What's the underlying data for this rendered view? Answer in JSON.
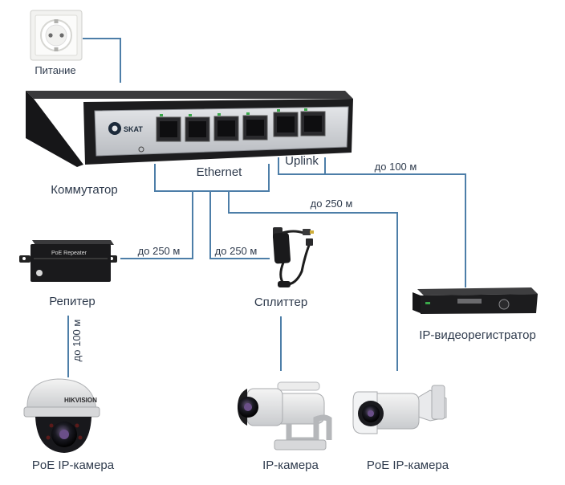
{
  "devices": {
    "power": {
      "label": "Питание",
      "icon": "power-socket-icon"
    },
    "switch": {
      "label": "Коммутатор",
      "brand": "SKAT",
      "group_ethernet": "Ethernet",
      "group_uplink": "Uplink",
      "icon": "network-switch-icon"
    },
    "repeater": {
      "label": "Репитер",
      "icon": "poe-repeater-icon",
      "device_text": "PoE Repeater"
    },
    "splitter": {
      "label": "Сплиттер",
      "icon": "poe-splitter-icon"
    },
    "nvr": {
      "label": "IP-видеорегистратор",
      "icon": "nvr-icon"
    },
    "dome_camera": {
      "label": "PoE IP-камера",
      "icon": "dome-camera-icon",
      "brand": "HIKVISION"
    },
    "box_camera": {
      "label": "IP-камера",
      "icon": "box-camera-icon"
    },
    "bullet_camera": {
      "label": "PoE IP-камера",
      "icon": "bullet-camera-icon"
    }
  },
  "connections": {
    "switch_to_nvr": "до 100 м",
    "switch_to_bullet": "до 250 м",
    "switch_to_repeater": "до 250 м",
    "switch_to_splitter": "до 250 м",
    "repeater_to_dome": "до 100 м"
  },
  "colors": {
    "wire": "#4d7ea8",
    "label_text": "#2f3b4d",
    "switch_body": "#1c1c1e",
    "switch_panel": "#c9ccd0",
    "port_led": "#3aa84a"
  }
}
